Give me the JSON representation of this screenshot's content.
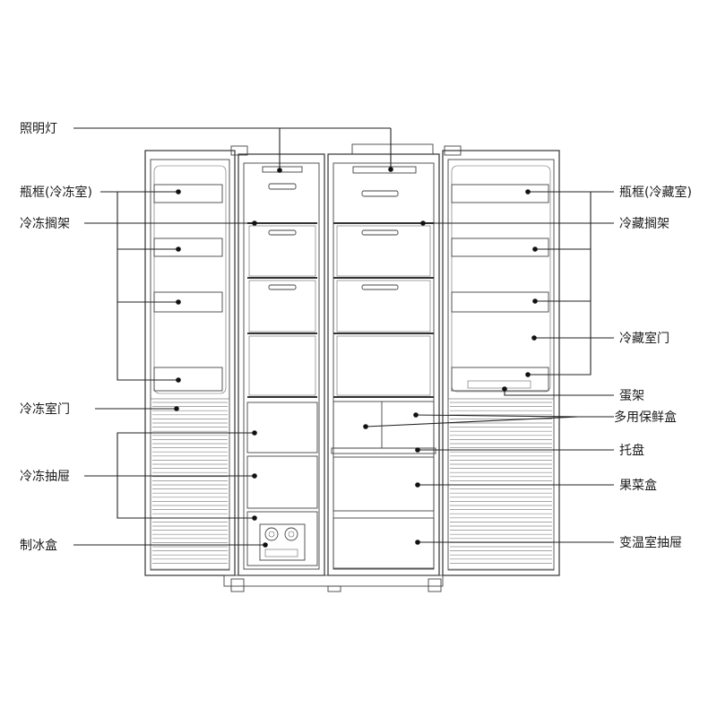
{
  "labels": {
    "lighting": "照明灯",
    "bottle_rack_freezer": "瓶框(冷冻室)",
    "freezer_shelf": "冷冻搁架",
    "freezer_door": "冷冻室门",
    "freezer_drawer": "冷冻抽屉",
    "ice_box": "制冰盒",
    "bottle_rack_fridge": "瓶框(冷藏室)",
    "fridge_shelf": "冷藏搁架",
    "fridge_door": "冷藏室门",
    "egg_rack": "蛋架",
    "multi_fresh_box": "多用保鲜盒",
    "tray": "托盘",
    "crisper": "果菜盒",
    "variable_temp_drawer": "变温室抽屉"
  }
}
